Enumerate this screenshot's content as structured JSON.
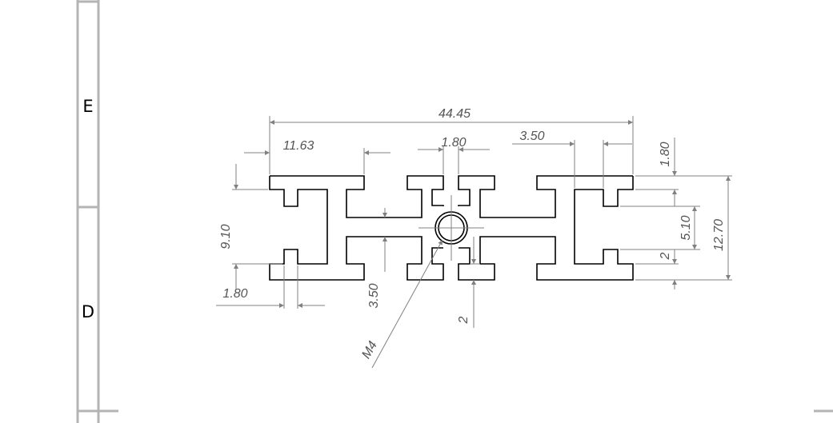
{
  "border": {
    "zone_upper": "E",
    "zone_lower": "D"
  },
  "dimensions": {
    "overall_width": "44.45",
    "end_width": "11.63",
    "slot_width_center": "1.80",
    "slot_offset": "3.50",
    "flange_thickness": "1.80",
    "slot_depth": "5.10",
    "overall_height": "12.70",
    "lip_height": "2",
    "inner_height": "9.10",
    "slot_width_left": "1.80",
    "web_offset": "3.50",
    "lower_lip": "2",
    "thread_callout": "M4"
  }
}
